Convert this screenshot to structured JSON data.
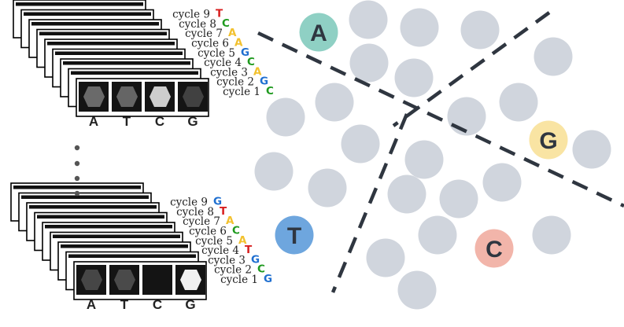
{
  "colors": {
    "A": "#f2c12e",
    "T": "#d81f1f",
    "C": "#1f9a1f",
    "G": "#1f6fd0",
    "cluster": "#d0d5dd",
    "cluster_A": "#8fd0c4",
    "cluster_T": "#6ea6de",
    "cluster_C": "#f2b5aa",
    "cluster_G": "#f9e4a3",
    "divider": "#2f3640"
  },
  "channel_labels": [
    "A",
    "T",
    "C",
    "G"
  ],
  "ellipsis_icon": "vertical-ellipsis-icon",
  "stacks": [
    {
      "cycles": [
        {
          "label": "cycle 9",
          "base": "T"
        },
        {
          "label": "cycle 8",
          "base": "C"
        },
        {
          "label": "cycle 7",
          "base": "A"
        },
        {
          "label": "cycle 6",
          "base": "A"
        },
        {
          "label": "cycle 5",
          "base": "G"
        },
        {
          "label": "cycle 4",
          "base": "C"
        },
        {
          "label": "cycle 3",
          "base": "A"
        },
        {
          "label": "cycle 2",
          "base": "G"
        },
        {
          "label": "cycle 1",
          "base": "C"
        }
      ],
      "tile_intensity": [
        0.38,
        0.36,
        0.82,
        0.2
      ]
    },
    {
      "cycles": [
        {
          "label": "cycle 9",
          "base": "G"
        },
        {
          "label": "cycle 8",
          "base": "T"
        },
        {
          "label": "cycle 7",
          "base": "A"
        },
        {
          "label": "cycle 6",
          "base": "C"
        },
        {
          "label": "cycle 5",
          "base": "A"
        },
        {
          "label": "cycle 4",
          "base": "T"
        },
        {
          "label": "cycle 3",
          "base": "G"
        },
        {
          "label": "cycle 2",
          "base": "C"
        },
        {
          "label": "cycle 1",
          "base": "G"
        }
      ],
      "tile_intensity": [
        0.22,
        0.24,
        0.06,
        0.98
      ]
    }
  ],
  "cluster_labels": {
    "A": "A",
    "G": "G",
    "T": "T",
    "C": "C"
  }
}
